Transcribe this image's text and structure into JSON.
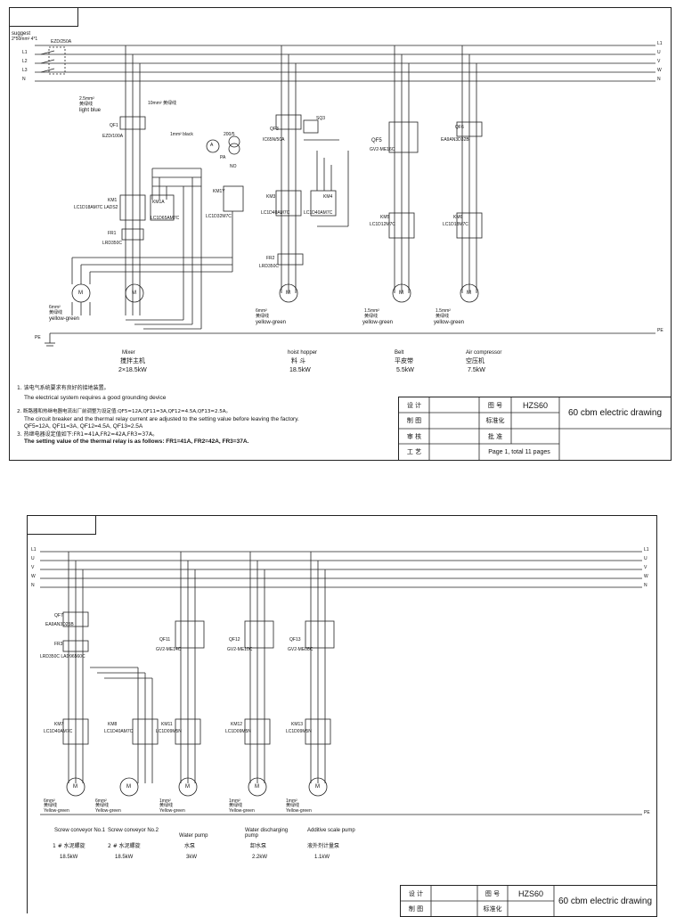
{
  "sheet1": {
    "suggest": "suggest",
    "cable_in": "2*50mm² 4*1",
    "main_breaker": "EZD/250A",
    "bus_labels": [
      "L1",
      "L2",
      "L3",
      "N"
    ],
    "bus_right": [
      "L1",
      "U",
      "V",
      "W",
      "N"
    ],
    "pe_label": "PE",
    "wire_note": {
      "size": "2.5mm²",
      "cn": "黄绿线",
      "color": "light blue"
    },
    "small_notes": [
      "10mm² 黄绿线",
      "1mm² black",
      "200/5",
      "A",
      "PA",
      "NO"
    ],
    "mixer_parts": {
      "qf": "QF1",
      "qf_model": "EZD/100A",
      "km1": "KM1",
      "km1_model": "LC1D18AM7C LADS2",
      "km1a": "KM1A",
      "km1a_model": "LC1D65AM7C",
      "kmy": "KM1Y",
      "kmy_model": "LC1D32M7C",
      "fr1": "FR1",
      "fr1_model": "LRD350C",
      "cable": "6mm²",
      "cable_cn": "黄绿线",
      "cable_color": "yellow-green"
    },
    "hopper_parts": {
      "qf": "QF3",
      "qf_model": "IC65N/50A",
      "sq": "SQ3",
      "km3": "KM3",
      "km3_model": "LC1D40AM7C",
      "km4": "KM4",
      "km4_model": "LC1D40AM7C",
      "fr2": "FR2",
      "fr2_model": "LRD350C",
      "cable": "6mm²",
      "cable_cn": "黄绿线",
      "cable_color": "yellow-green"
    },
    "belt_parts": {
      "qf": "QF5",
      "qf_model": "GV2-ME16C",
      "km": "KM5",
      "km_model": "LC1D12M7C",
      "cable": "1.5mm²",
      "cable_cn": "黄绿线",
      "cable_color": "yellow-green"
    },
    "air_parts": {
      "qf": "QF6",
      "qf_model": "EA9AN3D32B",
      "km": "KM6",
      "km_model": "LC1D18M7C",
      "cable": "1.5mm²",
      "cable_cn": "黄绿线",
      "cable_color": "yellow-green"
    },
    "loads": [
      {
        "en": "Mixer",
        "cn": "搅拌主机",
        "power": "2×18.5kW"
      },
      {
        "en": "hoist hopper",
        "cn": "料 斗",
        "power": "18.5kW"
      },
      {
        "en": "Belt",
        "cn": "平皮带",
        "power": "5.5kW"
      },
      {
        "en": "Air compressor",
        "cn": "空压机",
        "power": "7.5kW"
      }
    ],
    "notes": [
      "1. 该电气系统要求有良好的接地装置。",
      "The electrical system requires a good grounding device",
      "2. 断路器和热继电器电流出厂前调整为设定值:QF5=12A,QF11=3A,QF12=4.5A,QF13=2.5A。",
      "The circuit breaker and the thermal relay current are adjusted to the setting value before leaving the factory.",
      "QF5=12A,   QF11=3A,    QF12=4.5A,    QF13=2.5A",
      "3. 热继电器设定值如下:FR1=41A,FR2=42A,FR3=37A。",
      "The setting value of the thermal relay is as follows: FR1=41A,    FR2=42A, FR3=37A."
    ],
    "titleblock": {
      "design": "设 计",
      "drawn": "制 图",
      "check": "审 核",
      "craft": "工 艺",
      "drawing_no_label": "图 号",
      "drawing_no": "HZS60",
      "standard": "标准化",
      "approve": "批 准",
      "page": "Page 1, total 11 pages",
      "title": "60 cbm electric drawing"
    }
  },
  "sheet2": {
    "bus_labels": [
      "L1",
      "U",
      "V",
      "W",
      "N"
    ],
    "pe_label": "PE",
    "branches": [
      {
        "qf": "QF7",
        "qf_model": "EA9AN3D25B",
        "fr": "FR3",
        "fr_model": "LRD350C LAD96560C",
        "km": "KM7",
        "km_model": "LC1D40AM7C",
        "cable": "6mm²",
        "cable_cn": "黄绿线",
        "cable_color": "Yellow-green",
        "en": "Screw conveyor No.1",
        "cn": "1 # 水泥螺旋",
        "power": "18.5kW"
      },
      {
        "qf": "",
        "qf_model": "",
        "fr": "",
        "fr_model": "",
        "km": "KM8",
        "km_model": "LC1D40AM7C",
        "cable": "6mm²",
        "cable_cn": "黄绿线",
        "cable_color": "Yellow-green",
        "en": "Screw conveyor No.2",
        "cn": "2 # 水泥螺旋",
        "power": "18.5kW"
      },
      {
        "qf": "QF11",
        "qf_model": "GV2-ME14C",
        "fr": "",
        "fr_model": "",
        "km": "KM11",
        "km_model": "LC1D09M5N",
        "cable": "1mm²",
        "cable_cn": "黄绿线",
        "cable_color": "Yellow-green",
        "en": "Water pump",
        "cn": "水泵",
        "power": "3kW"
      },
      {
        "qf": "QF12",
        "qf_model": "GV2-ME10C",
        "fr": "",
        "fr_model": "",
        "km": "KM12",
        "km_model": "LC1D09M5N",
        "cable": "1mm²",
        "cable_cn": "黄绿线",
        "cable_color": "Yellow-green",
        "en": "Water discharging pump",
        "cn": "卸水泵",
        "power": "2.2kW"
      },
      {
        "qf": "QF13",
        "qf_model": "GV2-ME08C",
        "fr": "",
        "fr_model": "",
        "km": "KM13",
        "km_model": "LC1D09M5N",
        "cable": "1mm²",
        "cable_cn": "黄绿线",
        "cable_color": "Yellow-green",
        "en": "Additive scale pump",
        "cn": "液外剂计量泵",
        "power": "1.1kW"
      }
    ],
    "motor_symbol": "M",
    "titleblock": {
      "design": "设 计",
      "drawn": "制 图",
      "drawing_no_label": "图 号",
      "drawing_no": "HZS60",
      "standard": "标准化",
      "title": "60 cbm electric drawing"
    }
  }
}
